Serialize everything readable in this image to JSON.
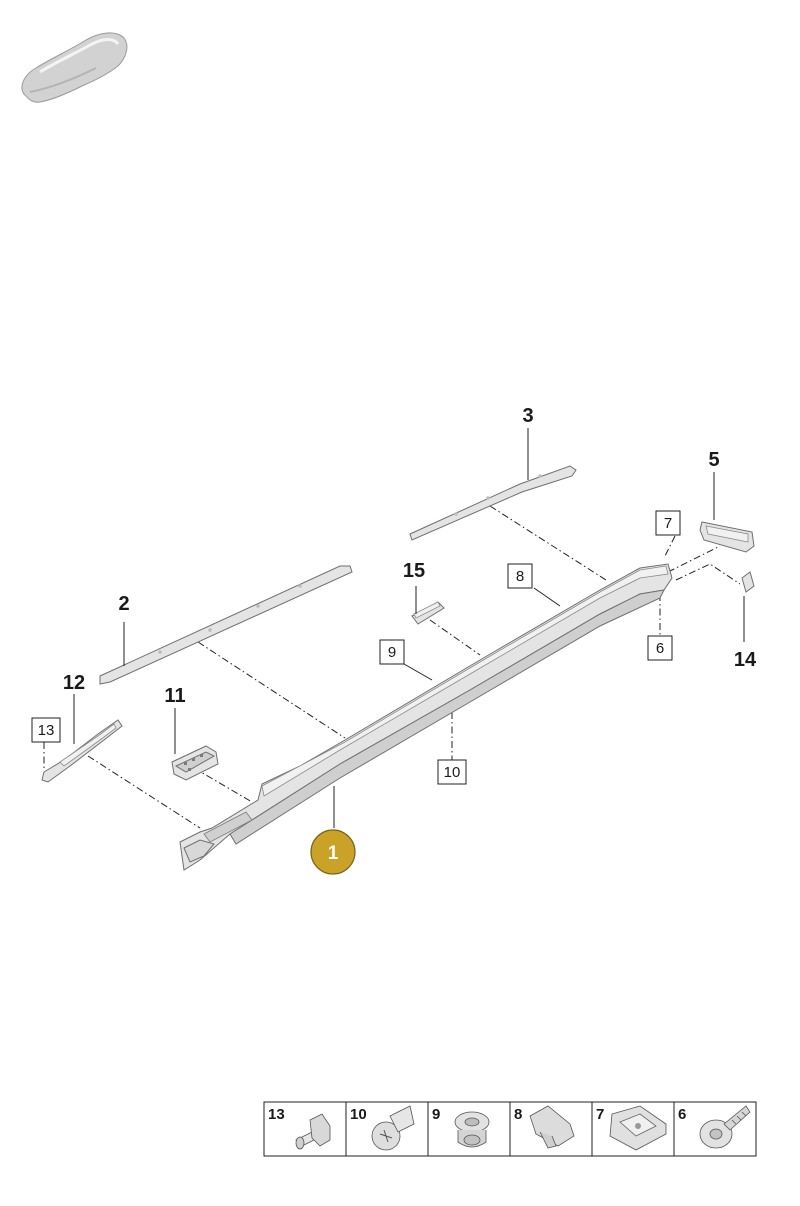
{
  "callouts": {
    "p1": "1",
    "p2": "2",
    "p3": "3",
    "p5": "5",
    "p11": "11",
    "p12": "12",
    "p14": "14",
    "p15": "15"
  },
  "boxed_callouts": {
    "b6": "6",
    "b7": "7",
    "b8": "8",
    "b9": "9",
    "b10": "10",
    "b13": "13"
  },
  "legend": [
    {
      "number": "13",
      "icon": "expanding-rivet-icon"
    },
    {
      "number": "10",
      "icon": "clip-screw-icon"
    },
    {
      "number": "9",
      "icon": "grommet-nut-icon"
    },
    {
      "number": "8",
      "icon": "spring-clip-icon"
    },
    {
      "number": "7",
      "icon": "speed-nut-icon"
    },
    {
      "number": "6",
      "icon": "washer-screw-icon"
    }
  ],
  "colors": {
    "highlight": "#c9a227",
    "part_fill": "#e4e4e4",
    "line": "#222222"
  },
  "icons": {
    "vehicle": "car-silhouette-icon"
  }
}
